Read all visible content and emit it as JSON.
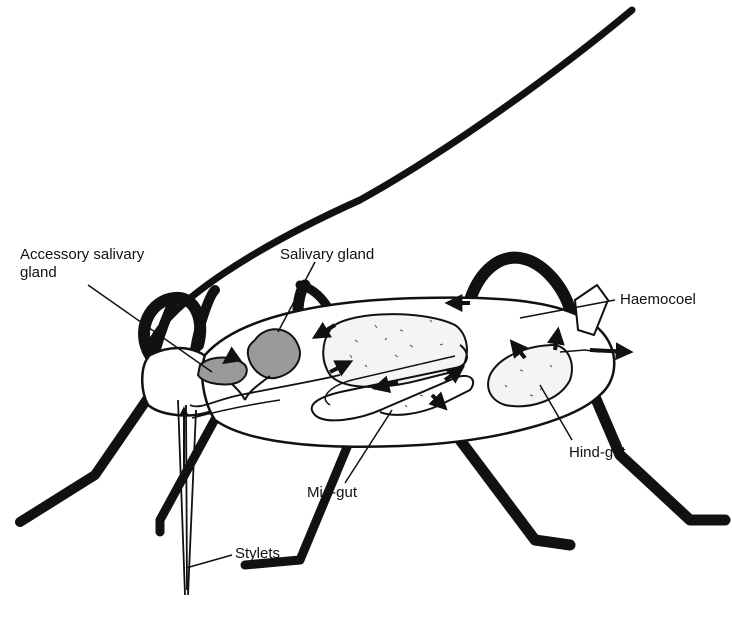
{
  "labels": {
    "accessory_salivary_gland": [
      "Accessory salivary",
      "gland"
    ],
    "salivary_gland": "Salivary gland",
    "haemocoel": "Haemocoel",
    "hind_gut": "Hind-gut",
    "mid_gut": "Mid-gut",
    "stylets": "Stylets"
  },
  "colors": {
    "ink": "#111111",
    "gland_fill": "#9a9a9a",
    "gut_fill": "#f4f4f4",
    "background": "#ffffff"
  }
}
